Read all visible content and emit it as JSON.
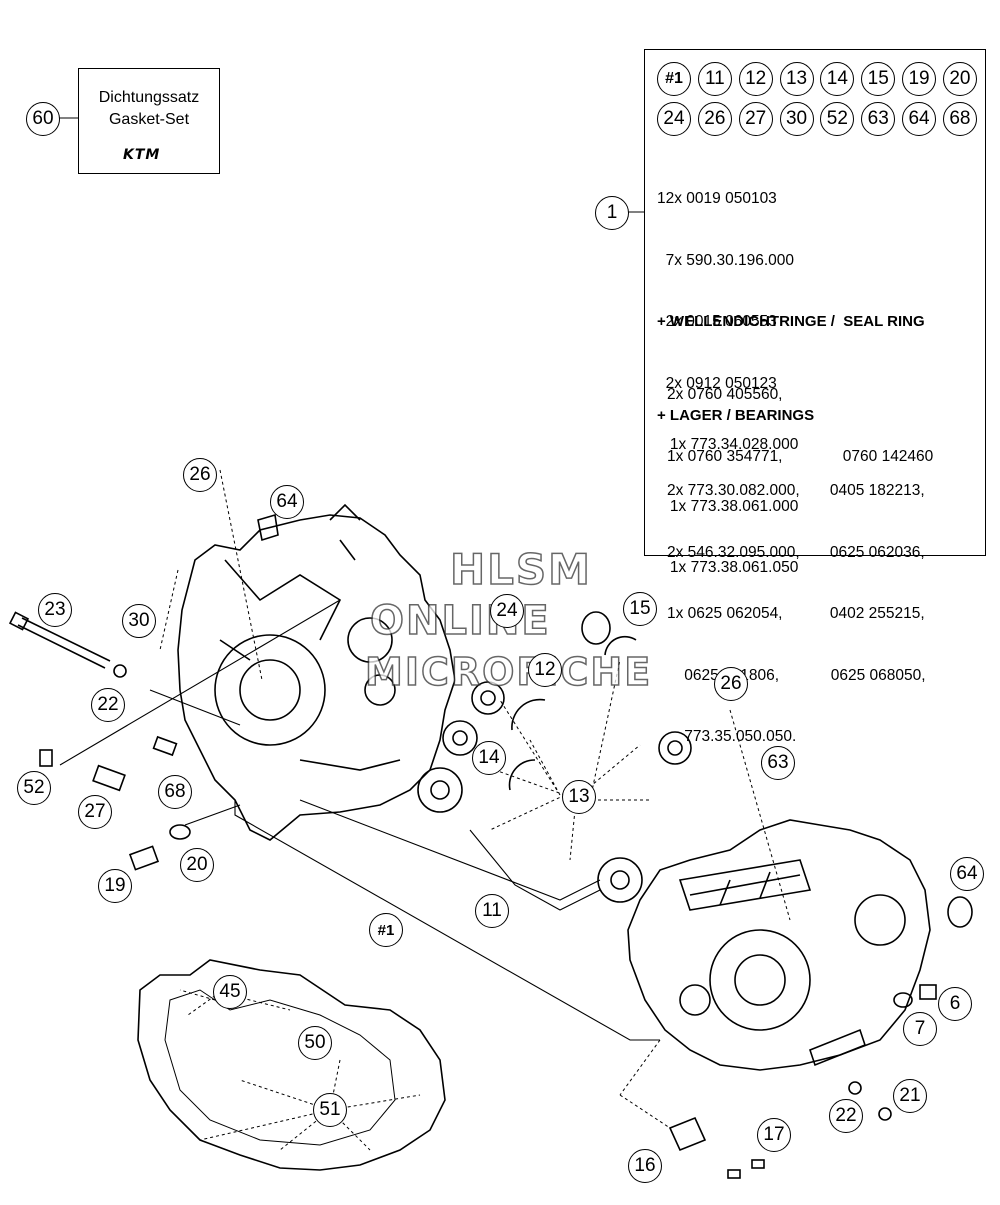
{
  "gasket_set": {
    "callout": "60",
    "line1": "Dichtungssatz",
    "line2": "Gasket-Set",
    "logo": "KTM"
  },
  "info_box": {
    "callout": "1",
    "circled_row1": [
      "#1",
      "11",
      "12",
      "13",
      "14",
      "15",
      "19",
      "20"
    ],
    "circled_row2": [
      "24",
      "26",
      "27",
      "30",
      "52",
      "63",
      "64",
      "68"
    ],
    "parts": [
      "12x 0019 050103",
      "  7x 590.30.196.000",
      "  2x 0015 060553",
      "  2x 0912 050123",
      "   1x 773.34.028.000",
      "   1x 773.38.061.000",
      "   1x 773.38.061.050"
    ],
    "seal_heading": "+ WELLENDICHTRINGE /  SEAL RING",
    "seal_lines": [
      "2x 0760 405560,",
      "1x 0760 354771,              0760 142460"
    ],
    "bearing_heading": "+ LAGER / BEARINGS",
    "bearing_lines": [
      "2x 773.30.082.000,       0405 182213,",
      "2x 546.32.095.000,       0625 062036,",
      "1x 0625 062054,           0402 255215,",
      "    0625 061806,            0625 068050,",
      "    773.35.050.050."
    ]
  },
  "callouts": [
    "26",
    "64",
    "30",
    "23",
    "22",
    "52",
    "27",
    "68",
    "20",
    "19",
    "24",
    "15",
    "12",
    "14",
    "13",
    "11",
    "#1",
    "26",
    "63",
    "64",
    "6",
    "7",
    "21",
    "22",
    "17",
    "16",
    "45",
    "50",
    "51"
  ],
  "watermark": {
    "line1": "HLSM",
    "line2": "ONLINE",
    "line3": "MICROFICHE"
  }
}
